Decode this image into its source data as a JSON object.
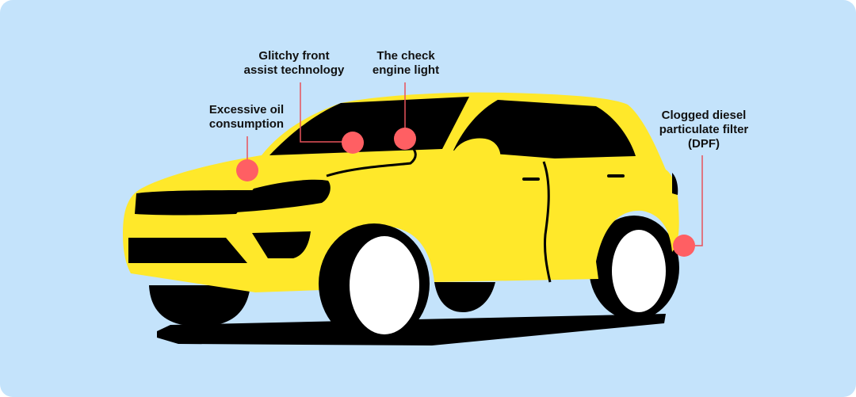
{
  "colors": {
    "background": "#c4e3fb",
    "car_body": "#ffe82a",
    "car_detail": "#000000",
    "wheel_rim": "#ffffff",
    "marker": "#ff5f63",
    "leader_line": "#e8525a",
    "label_text": "#111111"
  },
  "callouts": {
    "oil": {
      "label": "Excessive oil\nconsumption"
    },
    "assist": {
      "label": "Glitchy front\nassist technology"
    },
    "engine": {
      "label": "The check\nengine light"
    },
    "dpf": {
      "label": "Clogged diesel\nparticulate filter\n(DPF)"
    }
  }
}
